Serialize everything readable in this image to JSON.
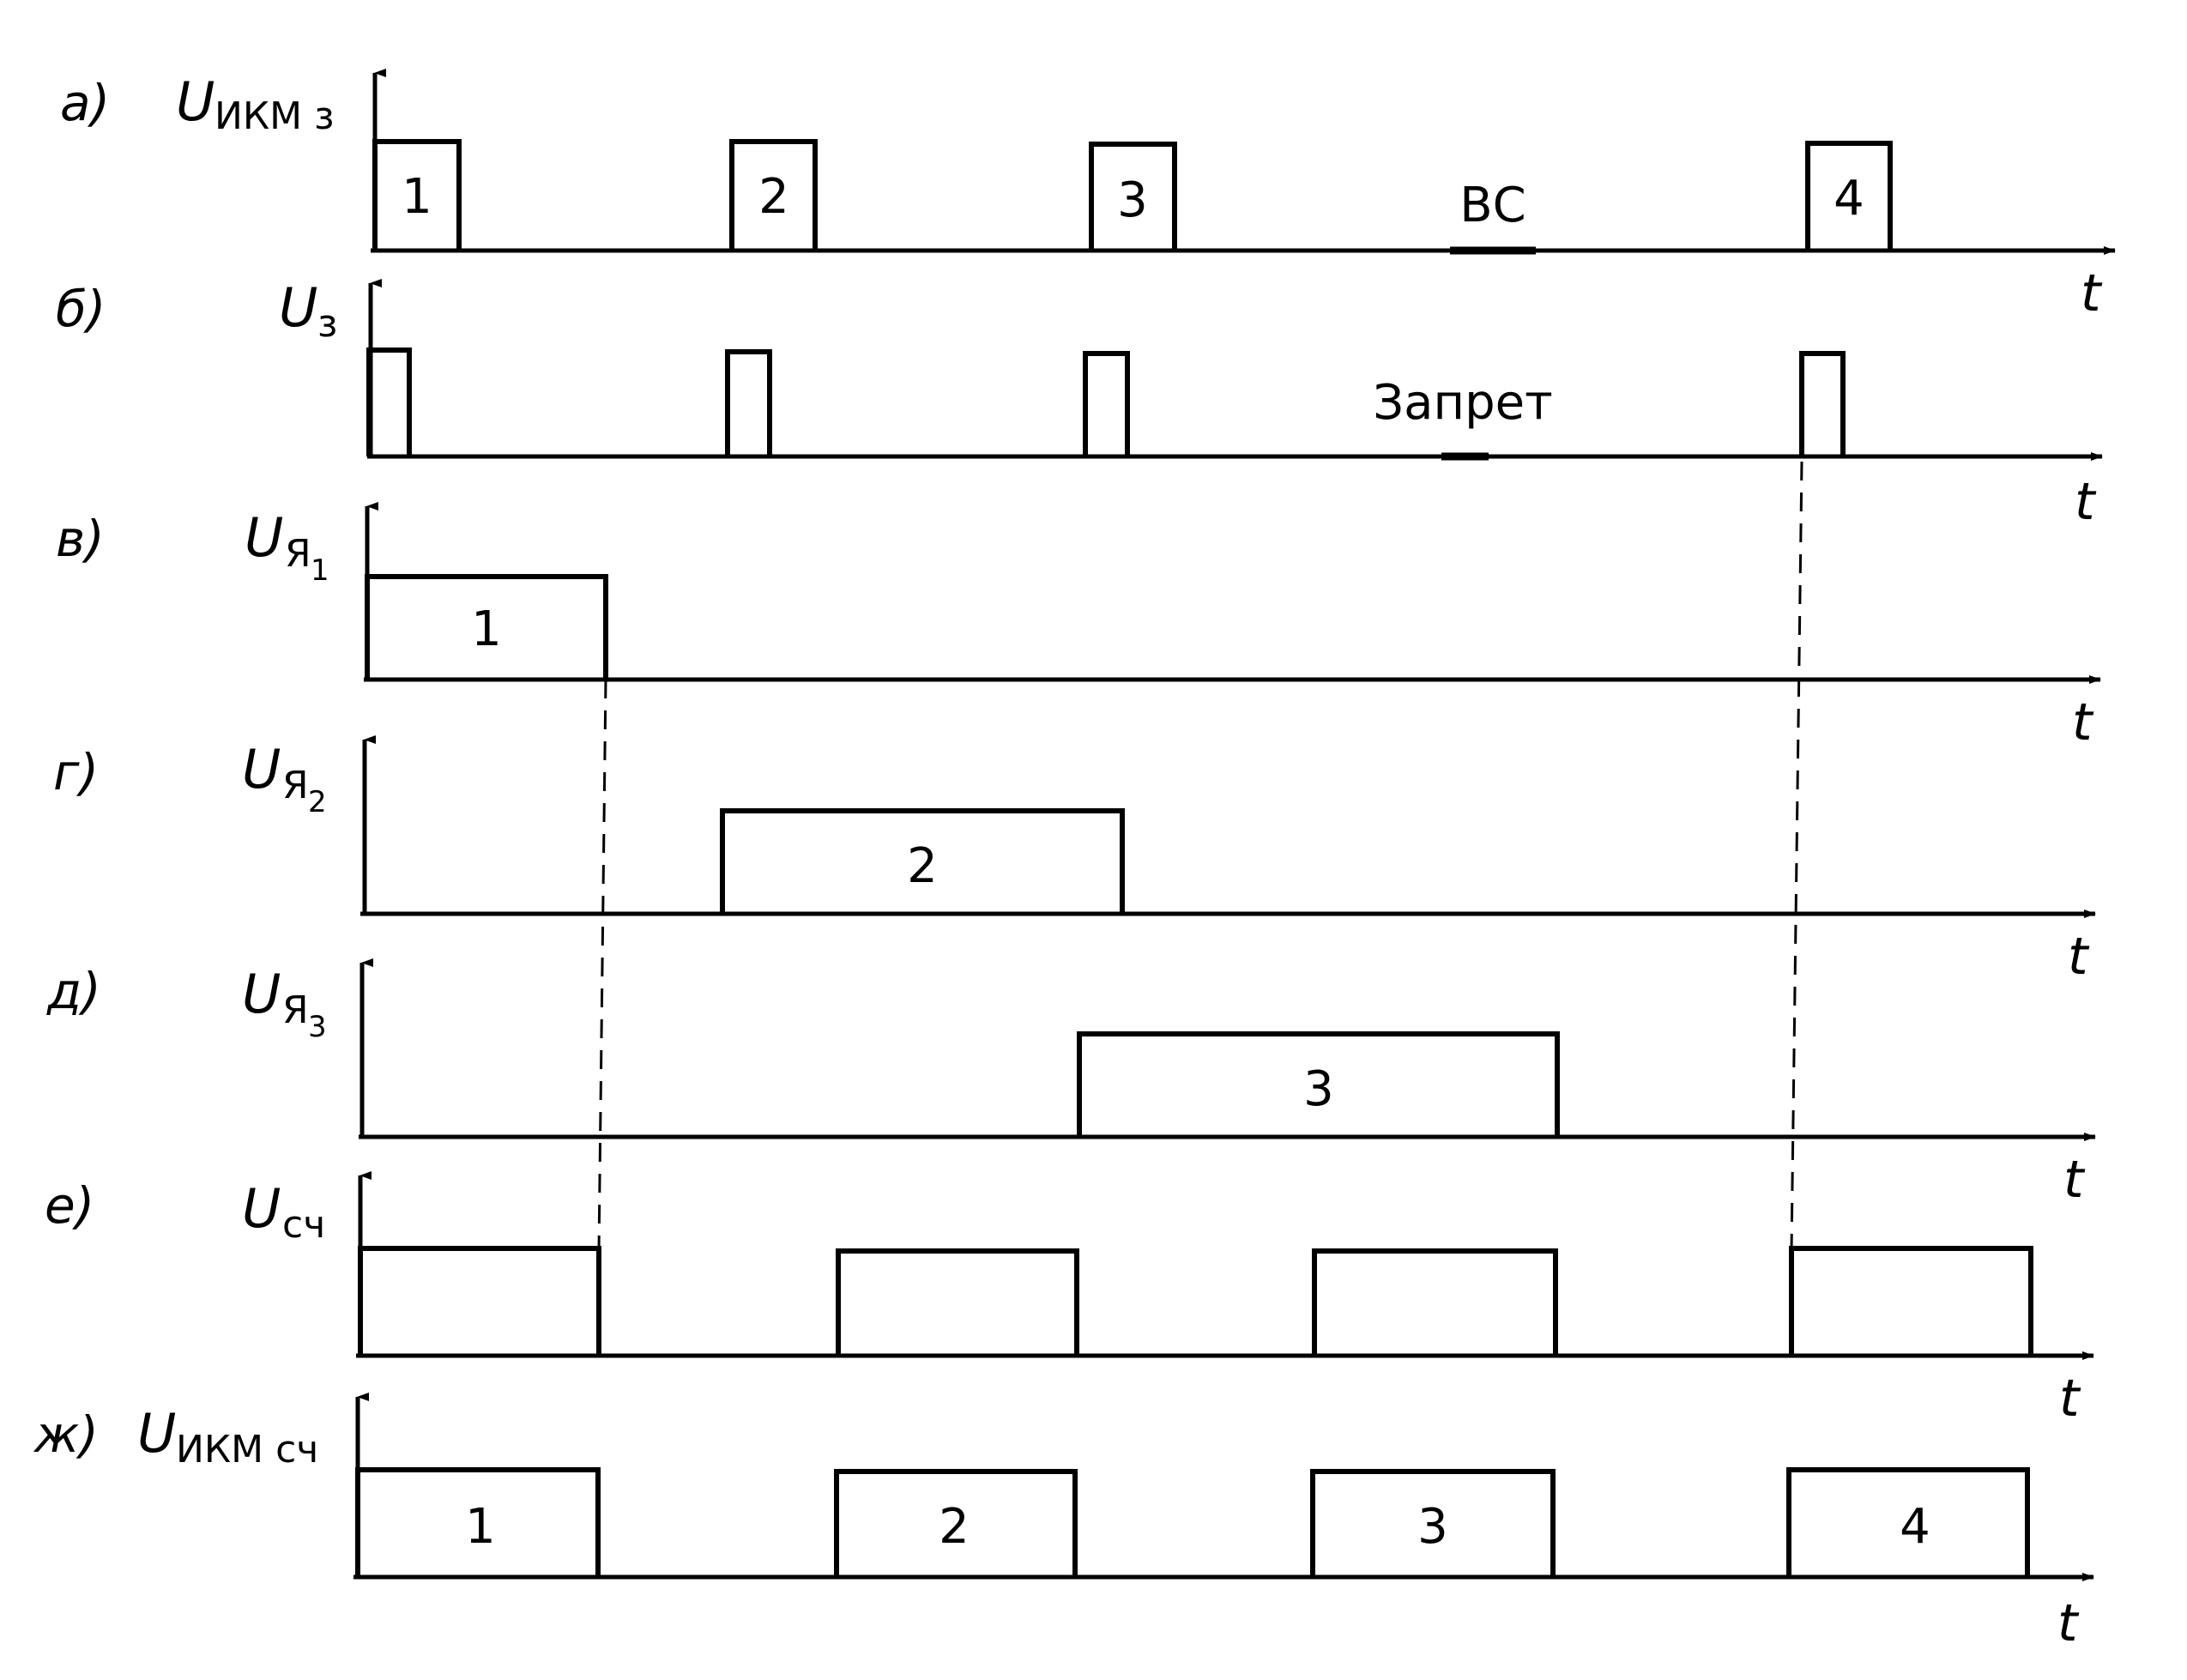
{
  "axis_t_label": "t",
  "rows": [
    {
      "id": "a",
      "letter": "а)",
      "u": "U",
      "sub": "ИКМ з",
      "pulses": [
        {
          "label": "1"
        },
        {
          "label": "2"
        },
        {
          "label": "3"
        },
        {
          "label": "4"
        }
      ],
      "note": "ВС"
    },
    {
      "id": "b",
      "letter": "б)",
      "u": "U",
      "sub": "з",
      "pulses": [
        {
          "label": ""
        },
        {
          "label": ""
        },
        {
          "label": ""
        },
        {
          "label": ""
        }
      ],
      "note": "Запрет"
    },
    {
      "id": "v",
      "letter": "в)",
      "u": "U",
      "sub": "Я",
      "subsub": "1",
      "pulses": [
        {
          "label": "1"
        }
      ]
    },
    {
      "id": "g",
      "letter": "г)",
      "u": "U",
      "sub": "Я",
      "subsub": "2",
      "pulses": [
        {
          "label": "2"
        }
      ]
    },
    {
      "id": "d",
      "letter": "д)",
      "u": "U",
      "sub": "Я",
      "subsub": "3",
      "pulses": [
        {
          "label": "3"
        }
      ]
    },
    {
      "id": "e",
      "letter": "е)",
      "u": "U",
      "sub": "сч",
      "pulses": [
        {
          "label": ""
        },
        {
          "label": ""
        },
        {
          "label": ""
        },
        {
          "label": ""
        }
      ]
    },
    {
      "id": "zh",
      "letter": "ж)",
      "u": "U",
      "sub": "ИКМ сч",
      "pulses": [
        {
          "label": "1"
        },
        {
          "label": "2"
        },
        {
          "label": "3"
        },
        {
          "label": "4"
        }
      ]
    }
  ]
}
